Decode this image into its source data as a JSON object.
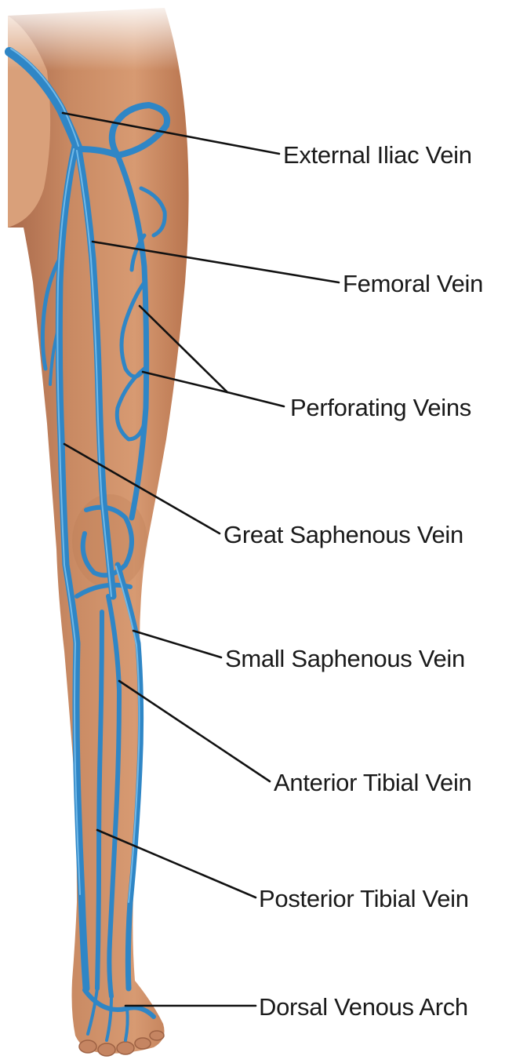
{
  "labels": [
    {
      "id": "external-iliac-vein",
      "text": "External Iliac Vein"
    },
    {
      "id": "femoral-vein",
      "text": "Femoral Vein"
    },
    {
      "id": "perforating-veins",
      "text": "Perforating Veins"
    },
    {
      "id": "great-saphenous-vein",
      "text": "Great Saphenous Vein"
    },
    {
      "id": "small-saphenous-vein",
      "text": "Small Saphenous Vein"
    },
    {
      "id": "anterior-tibial-vein",
      "text": "Anterior Tibial Vein"
    },
    {
      "id": "posterior-tibial-vein",
      "text": "Posterior Tibial Vein"
    },
    {
      "id": "dorsal-venous-arch",
      "text": "Dorsal Venous Arch"
    }
  ],
  "colors": {
    "skin": "#c98a63",
    "skin_shadow": "#a8684a",
    "vein": "#2f86c6",
    "vein_highlight": "#7cc2ee",
    "label": "#1a1a1a",
    "leader": "#111111"
  }
}
